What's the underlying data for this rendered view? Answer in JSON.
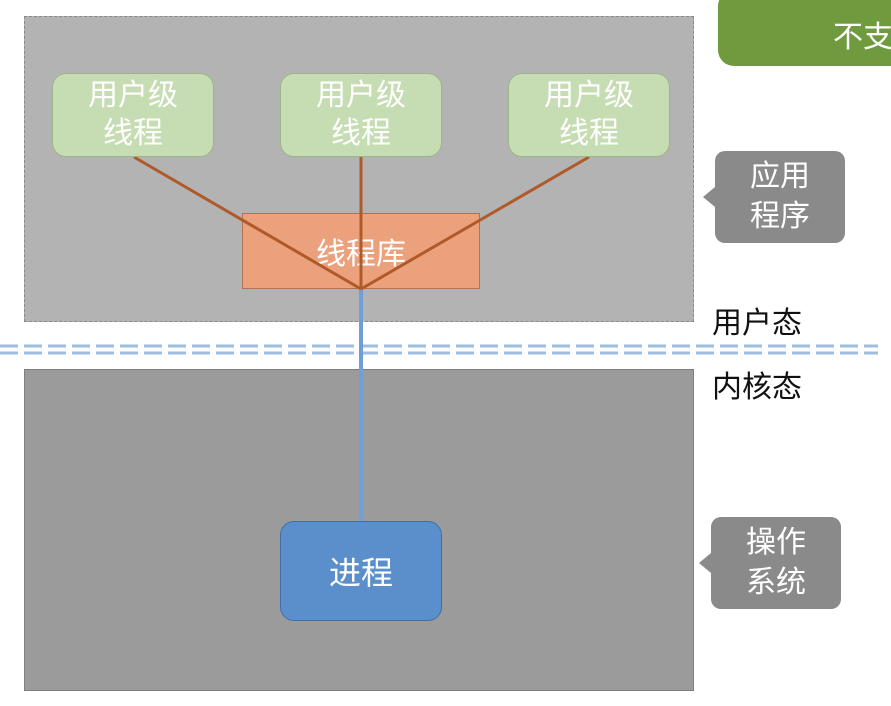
{
  "top_tag": "不支",
  "user_threads": [
    {
      "line1": "用户级",
      "line2": "线程"
    },
    {
      "line1": "用户级",
      "line2": "线程"
    },
    {
      "line1": "用户级",
      "line2": "线程"
    }
  ],
  "thread_library": "线程库",
  "process": "进程",
  "callouts": {
    "application": {
      "line1": "应用",
      "line2": "程序"
    },
    "os": {
      "line1": "操作",
      "line2": "系统"
    }
  },
  "modes": {
    "user": "用户态",
    "kernel": "内核态"
  },
  "colors": {
    "user_thread": "#c6dcb2",
    "thread_library": "#eba27c",
    "process": "#5b8fcc",
    "connector_brown": "#b05a2a",
    "connector_blue": "#6f9fd6",
    "divider": "#9dbedf"
  }
}
